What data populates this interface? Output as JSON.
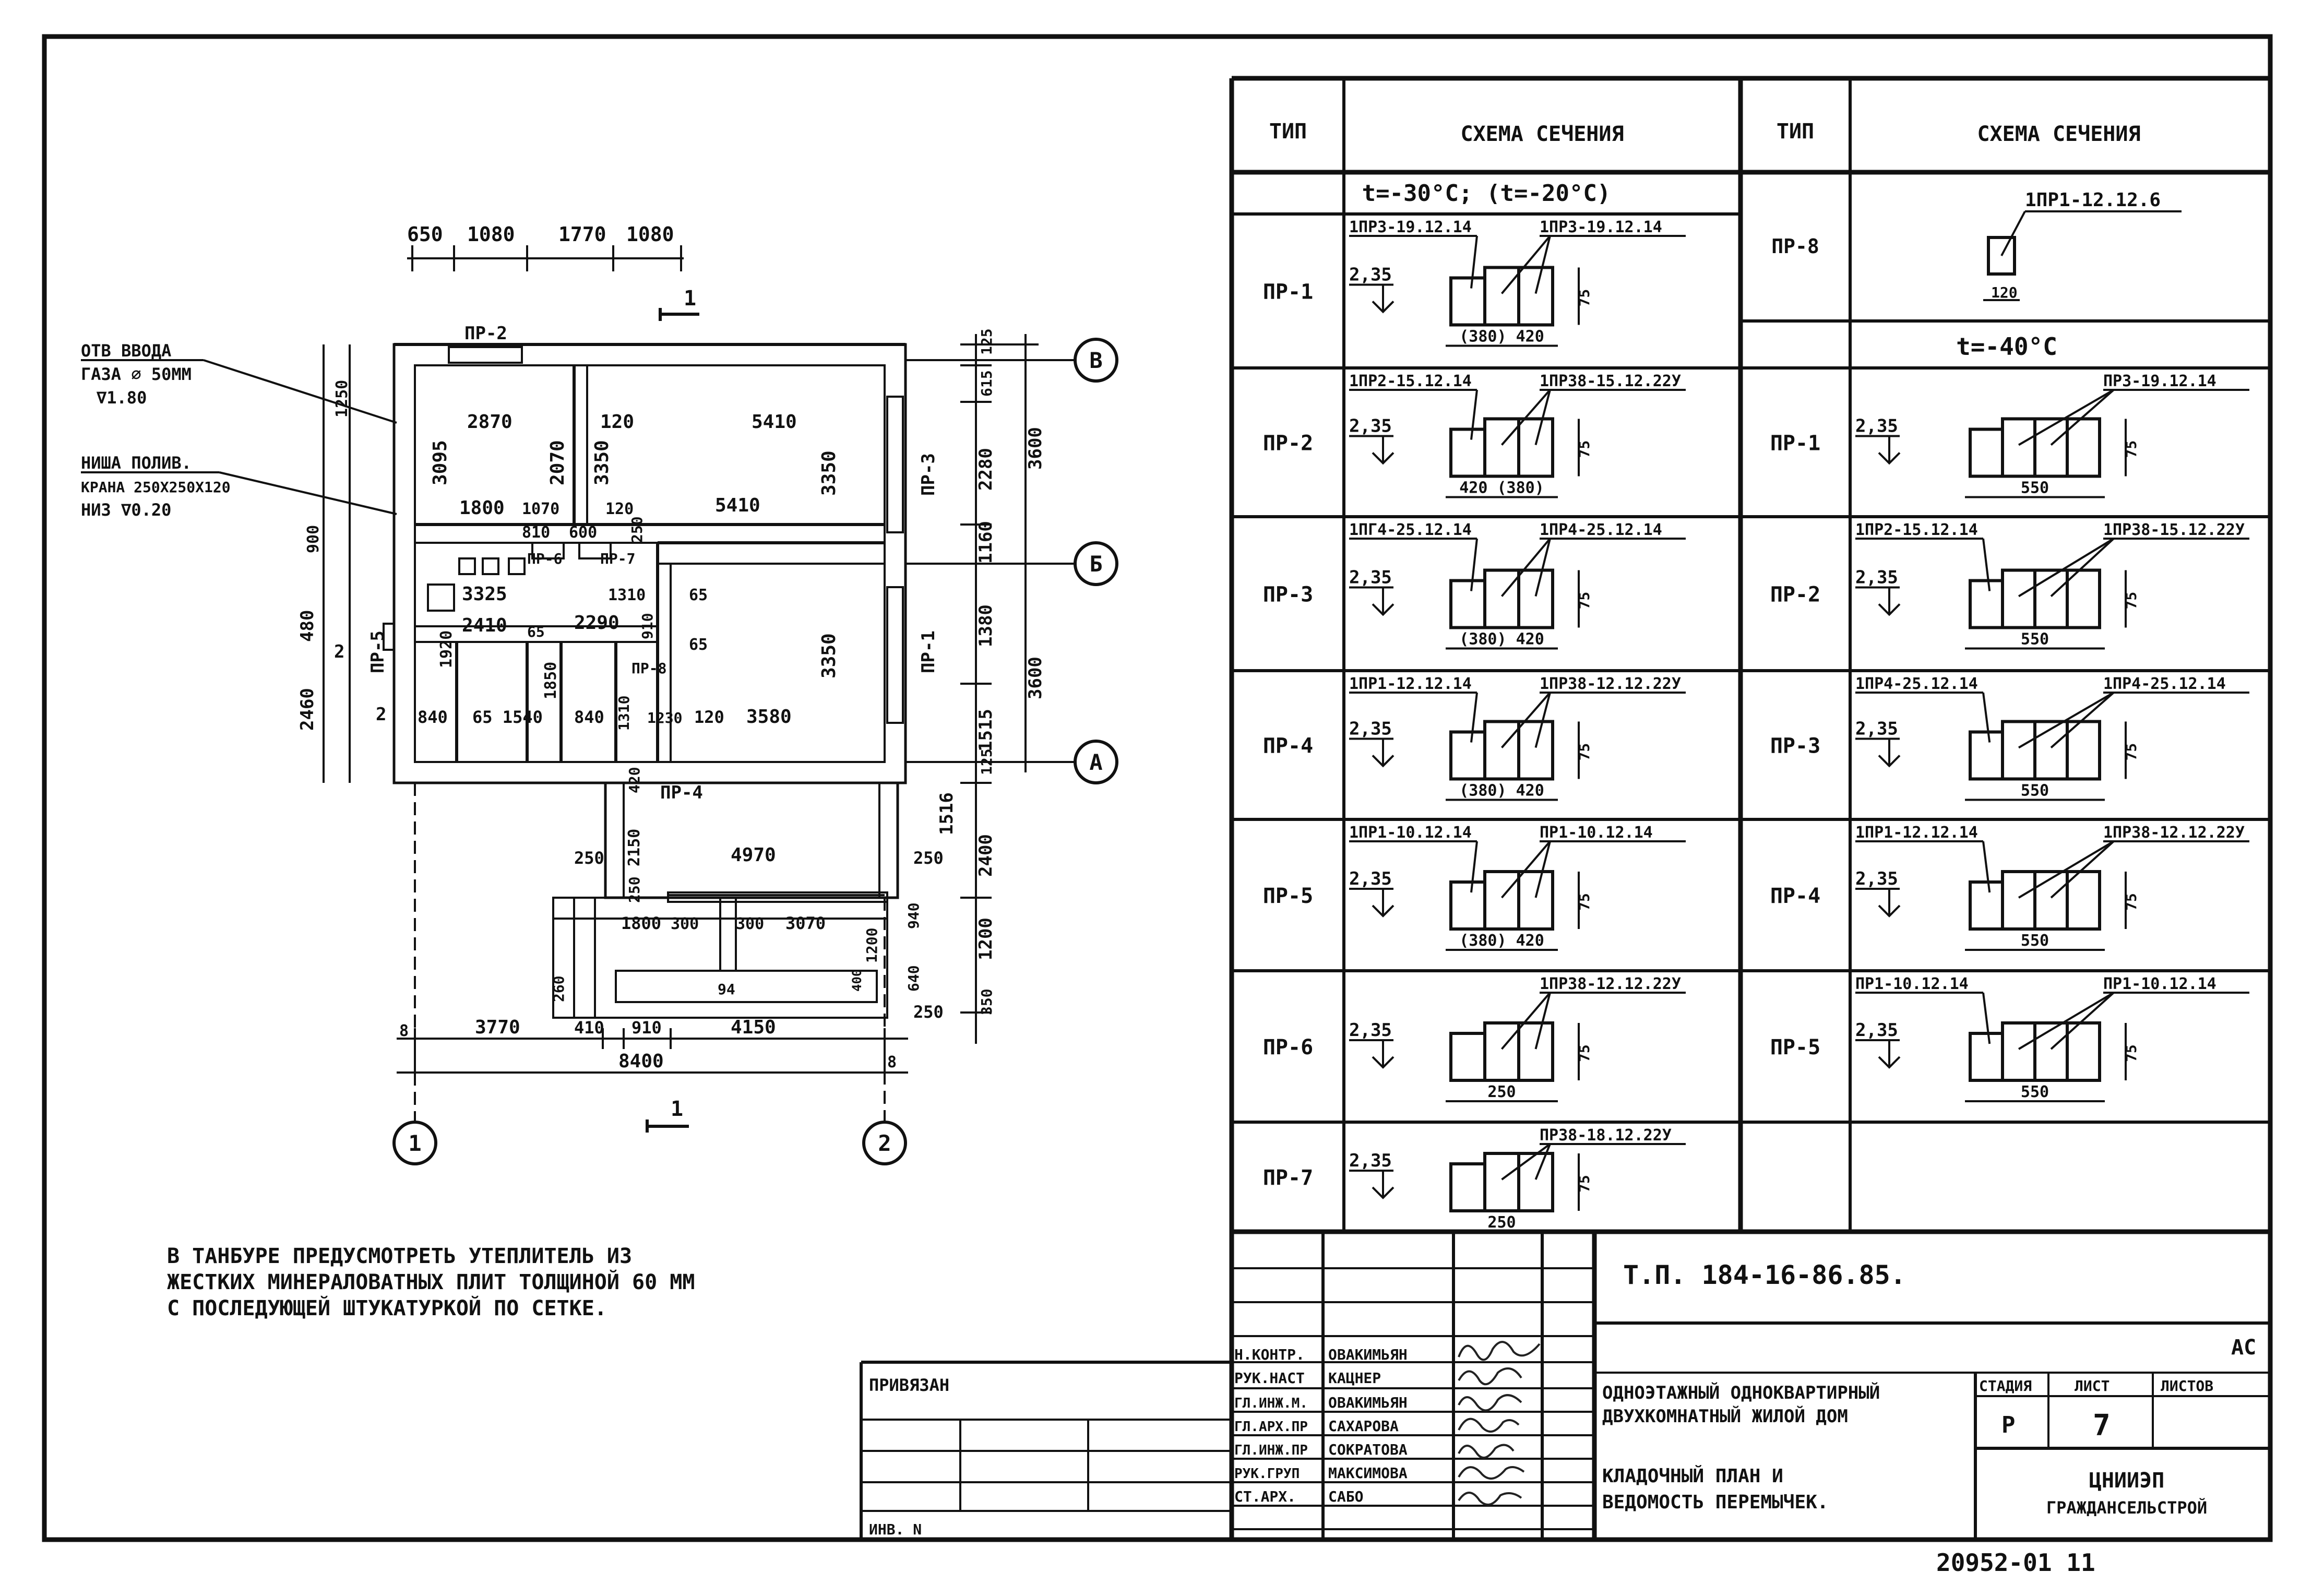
{
  "plan": {
    "top_dims": [
      "650",
      "1080",
      "1770",
      "1080"
    ],
    "section_mark": "1",
    "notes": {
      "gas_entry": [
        "ОТВ ВВОДА",
        "ГАЗА ⌀ 50ММ",
        "∇1.80"
      ],
      "niche": [
        "НИША ПОЛИВ.",
        "КРАНА 250Х250Х120",
        "НИЗ ∇0.20"
      ]
    },
    "axes": {
      "b_upper": "В",
      "b_mid": "Б",
      "a": "А",
      "n1": "1",
      "n2": "2"
    },
    "lintel_tags": {
      "pr2": "ПР-2",
      "pr3": "ПР-3",
      "pr1": "ПР-1",
      "pr5": "ПР-5",
      "pr4": "ПР-4",
      "pr6": "ПР-6",
      "pr7": "ПР-7",
      "pr8": "ПР-8"
    },
    "room_dims": {
      "d2870": "2870",
      "d120a": "120",
      "d5410a": "5410",
      "d3350a": "3350",
      "d3095": "3095",
      "d2070": "2070",
      "d3350b": "3350",
      "d1800a": "1800",
      "d1070": "1070",
      "d120b": "120",
      "d5410b": "5410",
      "d810": "810",
      "d600": "600",
      "d250a": "250",
      "d3325": "3325",
      "d1310": "1310",
      "d65a": "65",
      "d2290": "2290",
      "d2410": "2410",
      "d65b": "65",
      "d910": "910",
      "d65c": "65",
      "d3350c": "3350",
      "d1920": "1920",
      "d1850": "1850",
      "d840a": "840",
      "d1540": "65 1540",
      "d840b": "840",
      "d1310b": "1310",
      "d1230": "1230",
      "d120c": "120",
      "d3580": "3580",
      "d420": "420",
      "d2150": "2150",
      "d250b": "250",
      "d4970": "4970",
      "d250c": "250",
      "d250d": "250",
      "d1800b": "1800",
      "d300a": "300",
      "d300b": "300",
      "d3070": "3070",
      "d260": "260",
      "d94": "94",
      "d1200": "1200",
      "d940": "940",
      "d640": "640",
      "d400": "400",
      "d250e": "250"
    },
    "right_dims": [
      "125",
      "615",
      "2280",
      "1160",
      "1380",
      "1515",
      "125",
      "1516",
      "2400",
      "1200",
      "350"
    ],
    "right_totals": [
      "3600",
      "3600"
    ],
    "left_dims": [
      "1250",
      "900",
      "480",
      "2",
      "2460",
      "2"
    ],
    "bottom_dims": [
      "8",
      "3770",
      "410",
      "910",
      "4150",
      "8"
    ],
    "bottom_total": "8400"
  },
  "note": [
    "В ТАНБУРЕ ПРЕДУСМОТРЕТЬ УТЕПЛИТЕЛЬ ИЗ",
    "ЖЕСТКИХ МИНЕРАЛОВАТНЫХ ПЛИТ ТОЛЩИНОЙ 60 ММ",
    "С ПОСЛЕДУЮЩЕЙ ШТУКАТУРКОЙ ПО СЕТКЕ."
  ],
  "lintel_table": {
    "headers": {
      "type": "ТИП",
      "scheme": "СХЕМА СЕЧЕНИЯ"
    },
    "temp_left": "t=-30°C; (t=-20°C)",
    "temp_right": "t=-40°C",
    "level": "2,35",
    "h": "75",
    "left_rows": [
      {
        "type": "ПР-1",
        "a": "1ПР3-19.12.14",
        "b": "1ПР3-19.12.14",
        "w": "(380) 420"
      },
      {
        "type": "ПР-2",
        "a": "1ПР2-15.12.14",
        "b": "1ПР38-15.12.22У",
        "w": "420 (380)"
      },
      {
        "type": "ПР-3",
        "a": "1ПГ4-25.12.14",
        "b": "1ПР4-25.12.14",
        "w": "(380) 420"
      },
      {
        "type": "ПР-4",
        "a": "1ПР1-12.12.14",
        "b": "1ПР38-12.12.22У",
        "w": "(380) 420"
      },
      {
        "type": "ПР-5",
        "a": "1ПР1-10.12.14",
        "b": "ПР1-10.12.14",
        "w": "(380) 420"
      },
      {
        "type": "ПР-6",
        "a": "",
        "b": "1ПР38-12.12.22У",
        "w": "250"
      },
      {
        "type": "ПР-7",
        "a": "",
        "b": "ПР38-18.12.22У",
        "w": "250"
      }
    ],
    "pr8": {
      "type": "ПР-8",
      "label": "1ПР1-12.12.6",
      "w": "120"
    },
    "right_rows": [
      {
        "type": "ПР-1",
        "a": "",
        "b": "ПР3-19.12.14",
        "w": "550"
      },
      {
        "type": "ПР-2",
        "a": "1ПР2-15.12.14",
        "b": "1ПР38-15.12.22У",
        "w": "550"
      },
      {
        "type": "ПР-3",
        "a": "1ПР4-25.12.14",
        "b": "1ПР4-25.12.14",
        "w": "550"
      },
      {
        "type": "ПР-4",
        "a": "1ПР1-12.12.14",
        "b": "1ПР38-12.12.22У",
        "w": "550"
      },
      {
        "type": "ПР-5",
        "a": "ПР1-10.12.14",
        "b": "ПР1-10.12.14",
        "w": "550"
      }
    ]
  },
  "title_block": {
    "code": "Т.П. 184-16-86.85.",
    "mark": "АС",
    "bound": "ПРИВЯЗАН",
    "inv": "ИНВ. N",
    "roles": [
      "Н.КОНТР.",
      "РУК.НАСТ",
      "ГЛ.ИНЖ.М.",
      "ГЛ.АРХ.ПР",
      "ГЛ.ИНЖ.ПР",
      "РУК.ГРУП",
      "СТ.АРХ."
    ],
    "names": [
      "ОВАКИМЬЯН",
      "КАЦНЕР",
      "ОВАКИМЬЯН",
      "САХАРОВА",
      "СОКРАТОВА",
      "МАКСИМОВА",
      "САБО"
    ],
    "project": [
      "ОДНОЭТАЖНЫЙ ОДНОКВАРТИРНЫЙ",
      "ДВУХКОМНАТНЫЙ ЖИЛОЙ ДОМ"
    ],
    "sheet_title": [
      "КЛАДОЧНЫЙ ПЛАН И",
      "ВЕДОМОСТЬ ПЕРЕМЫЧЕК."
    ],
    "stage_label": "СТАДИЯ",
    "sheet_label": "ЛИСТ",
    "sheets_label": "ЛИСТОВ",
    "stage": "Р",
    "sheet": "7",
    "sheets": "",
    "org": [
      "ЦНИИЭП",
      "ГРАЖДАНСЕЛЬСТРОЙ"
    ],
    "archive": "20952-01 11"
  }
}
